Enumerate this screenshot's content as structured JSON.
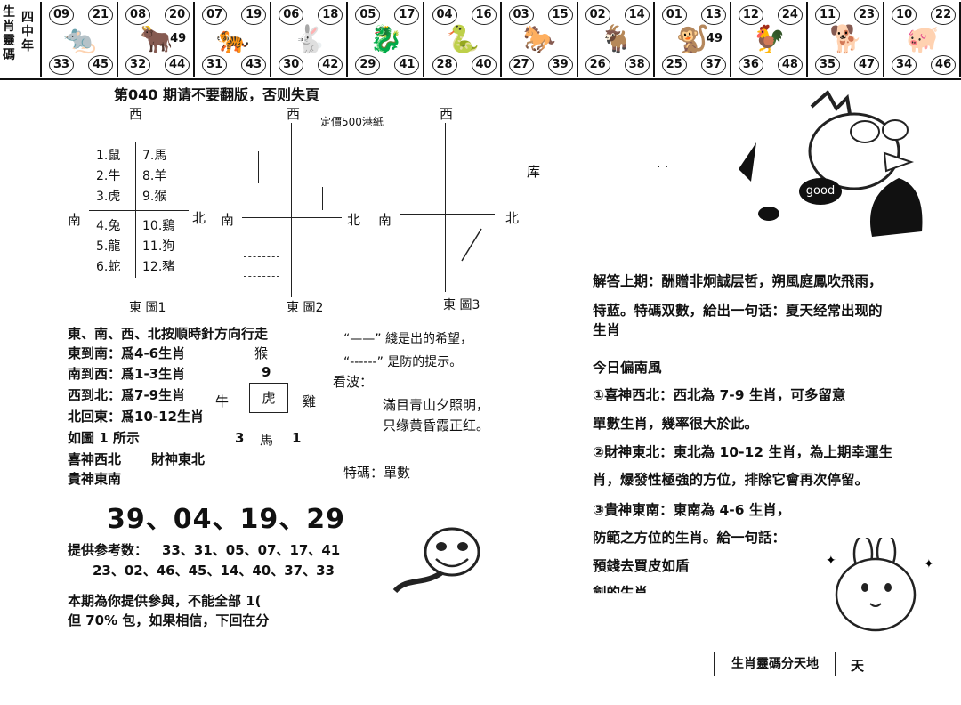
{
  "header": {
    "legend_left": [
      "生",
      "肖",
      "靈",
      "碼"
    ],
    "legend_right": [
      "四",
      "中",
      "年"
    ],
    "zodiac_cells": [
      {
        "top_left": "09",
        "top_right": "21",
        "mid": "",
        "bot_left": "33",
        "bot_right": "45",
        "icon": "rat-icon",
        "glyph": "🐀"
      },
      {
        "top_left": "08",
        "top_right": "20",
        "mid": "49",
        "bot_left": "32",
        "bot_right": "44",
        "icon": "ox-icon",
        "glyph": "🐂"
      },
      {
        "top_left": "07",
        "top_right": "19",
        "mid": "",
        "bot_left": "31",
        "bot_right": "43",
        "icon": "tiger-icon",
        "glyph": "🐅"
      },
      {
        "top_left": "06",
        "top_right": "18",
        "mid": "",
        "bot_left": "30",
        "bot_right": "42",
        "icon": "rabbit-icon",
        "glyph": "🐇"
      },
      {
        "top_left": "05",
        "top_right": "17",
        "mid": "",
        "bot_left": "29",
        "bot_right": "41",
        "icon": "dragon-icon",
        "glyph": "🐉"
      },
      {
        "top_left": "04",
        "top_right": "16",
        "mid": "",
        "bot_left": "28",
        "bot_right": "40",
        "icon": "snake-icon",
        "glyph": "🐍"
      },
      {
        "top_left": "03",
        "top_right": "15",
        "mid": "",
        "bot_left": "27",
        "bot_right": "39",
        "icon": "horse-icon",
        "glyph": "🐎"
      },
      {
        "top_left": "02",
        "top_right": "14",
        "mid": "",
        "bot_left": "26",
        "bot_right": "38",
        "icon": "goat-icon",
        "glyph": "🐐"
      },
      {
        "top_left": "01",
        "top_right": "13",
        "mid": "49",
        "bot_left": "25",
        "bot_right": "37",
        "icon": "monkey-icon",
        "glyph": "🐒"
      },
      {
        "top_left": "12",
        "top_right": "24",
        "mid": "",
        "bot_left": "36",
        "bot_right": "48",
        "icon": "rooster-icon",
        "glyph": "🐓"
      },
      {
        "top_left": "11",
        "top_right": "23",
        "mid": "",
        "bot_left": "35",
        "bot_right": "47",
        "icon": "dog-icon",
        "glyph": "🐕"
      },
      {
        "top_left": "10",
        "top_right": "22",
        "mid": "",
        "bot_left": "34",
        "bot_right": "46",
        "icon": "pig-icon",
        "glyph": "🐖"
      }
    ]
  },
  "issue_line": "第040 期请不要翻版，否则失頁",
  "price": "定價500港紙",
  "ku": "库",
  "compass": {
    "west": "西",
    "east": "東",
    "south": "南",
    "north": "北"
  },
  "zodiac_list": {
    "col1": [
      "1.鼠",
      "2.牛",
      "3.虎",
      "4.兔",
      "5.龍",
      "6.蛇"
    ],
    "col2": [
      "7.馬",
      "8.羊",
      "9.猴",
      "10.鷄",
      "11.狗",
      "12.豬"
    ]
  },
  "fig_labels": [
    "東 圖1",
    "東 圖2",
    "東 圖3"
  ],
  "rules": {
    "intro": "東、南、西、北按順時針方向行走",
    "lines": [
      "東到南：爲4-6生肖",
      "南到西：爲1-3生肖",
      "西到北：爲7-9生肖",
      "北回東：爲10-12生肖"
    ],
    "as_fig1": "如圖 1 所示",
    "gods": [
      "喜神西北",
      "財神東北",
      "貴神東南"
    ]
  },
  "mini_grid": {
    "monkey": "猴",
    "nine": "9",
    "ox": "牛",
    "tiger": "虎",
    "rooster": "雞",
    "three": "3",
    "horse": "馬",
    "one": "1"
  },
  "legend_notes": {
    "solid": "“——” 綫是出的希望，",
    "dashed": "“------” 是防的提示。"
  },
  "poem": {
    "label": "看波：",
    "line1": "滿目青山夕照明，",
    "line2": "只缘黄昏霞正红。"
  },
  "special": "特碼：單數",
  "main_numbers": "39、04、19、29",
  "reference": {
    "label": "提供参考数：",
    "row1": "33、31、05、07、17、41",
    "row2": "23、02、46、45、14、40、37、33"
  },
  "footer_note": {
    "line1": "本期為你提供參與，不能全部 1(",
    "line2": "但 70% 包，如果相信，下回在分"
  },
  "right": {
    "answer_line1": "解答上期：酬贈非炯誠层哲，朔風庭鳳吹飛雨，",
    "answer_line2": "特蓝。特碼双數，給出一句话：夏天经常出现的",
    "answer_line3": "生肖",
    "today": "今日偏南風",
    "p1": "①喜神西北：西北為 7-9 生肖，可多留意",
    "p1b": "單數生肖，幾率很大於此。",
    "p2": "②財神東北：東北為 10-12 生肖，為上期幸運生",
    "p2b": "肖，爆發性極強的方位，排除它會再次停留。",
    "p3": "③貴神東南：東南為 4-6 生肖，",
    "p3b": "防範之方位的生肖。給一句話：",
    "p3c": "預錢去買皮如盾",
    "p3d": "劍的生肖",
    "bubble": "good",
    "footer_box": "生肖靈碼分天地",
    "footer_tian": "天"
  }
}
